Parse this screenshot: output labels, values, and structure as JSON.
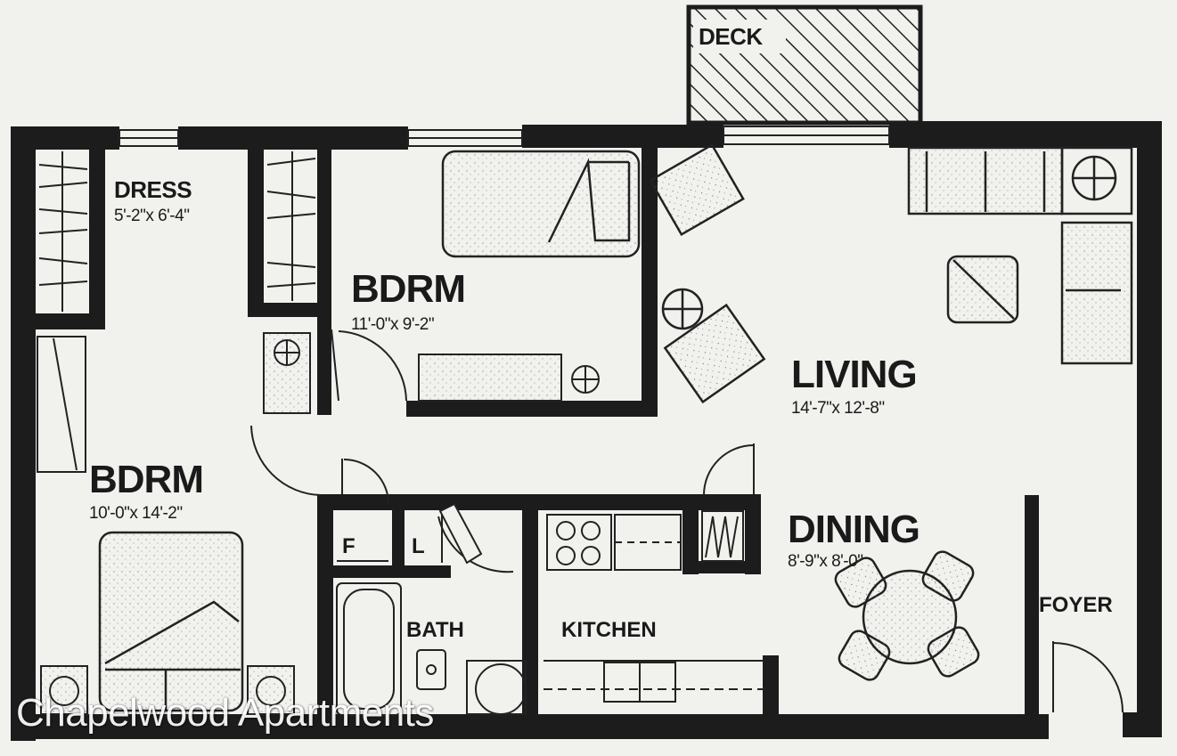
{
  "rooms": {
    "deck": {
      "name": "DECK"
    },
    "dress": {
      "name": "DRESS",
      "dims": "5'-2\"x 6'-4\""
    },
    "bedroom_upper": {
      "name": "BDRM",
      "dims": "11'-0\"x 9'-2\""
    },
    "bedroom_left": {
      "name": "BDRM",
      "dims": "10'-0\"x 14'-2\""
    },
    "living": {
      "name": "LIVING",
      "dims": "14'-7\"x 12'-8\""
    },
    "dining": {
      "name": "DINING",
      "dims": "8'-9\"x 8'-0\""
    },
    "bath": {
      "name": "BATH"
    },
    "kitchen": {
      "name": "KITCHEN"
    },
    "foyer": {
      "name": "FOYER"
    },
    "closet_f": {
      "name": "F"
    },
    "closet_l": {
      "name": "L"
    }
  },
  "watermark": "Chapelwood Apartments",
  "colors": {
    "wall": "#1c1c1c",
    "paper": "#f1f1ee",
    "line": "#222222"
  }
}
